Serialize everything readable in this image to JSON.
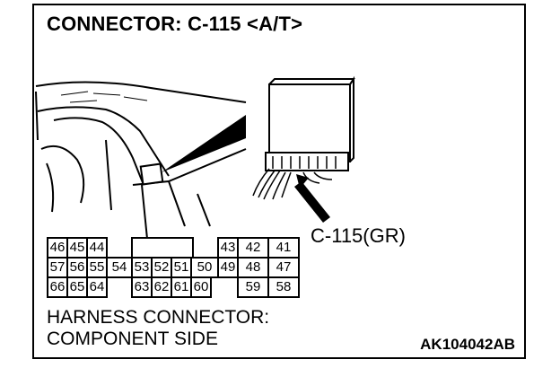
{
  "title": "CONNECTOR: C-115 <A/T>",
  "connector_label": "C-115(GR)",
  "caption_line1": "HARNESS CONNECTOR:",
  "caption_line2": "COMPONENT SIDE",
  "figure_code": "AK104042AB",
  "pins": {
    "p46": "46",
    "p45": "45",
    "p44": "44",
    "p43": "43",
    "p42": "42",
    "p41": "41",
    "p57": "57",
    "p56": "56",
    "p55": "55",
    "p54": "54",
    "p53": "53",
    "p52": "52",
    "p51": "51",
    "p50": "50",
    "p49": "49",
    "p48": "48",
    "p47": "47",
    "p66": "66",
    "p65": "65",
    "p64": "64",
    "p63": "63",
    "p62": "62",
    "p61": "61",
    "p60": "60",
    "p59": "59",
    "p58": "58"
  }
}
